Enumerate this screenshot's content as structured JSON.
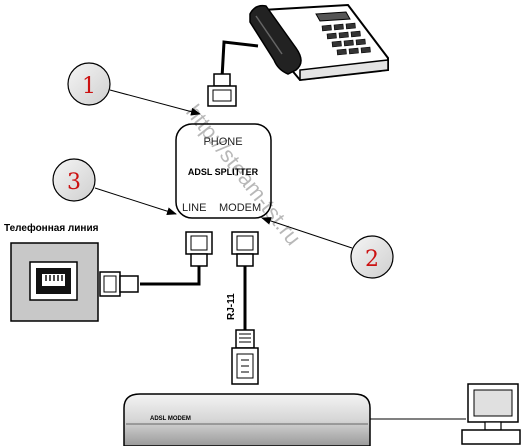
{
  "splitter": {
    "phone_label": "PHONE",
    "name": "ADSL SPLITTER",
    "line_label": "LINE",
    "modem_label": "MODEM"
  },
  "wall_socket_label": "Телефонная линия",
  "cable_label": "RJ-11",
  "modem_label": "ADSL MODEM",
  "markers": [
    "1",
    "2",
    "3"
  ],
  "watermark": "http://steam-tst.ru",
  "colors": {
    "marker_text": "#cc1111",
    "marker_fill": "#e6e6e6",
    "socket_panel": "#c8c8c8",
    "line": "#000000"
  }
}
